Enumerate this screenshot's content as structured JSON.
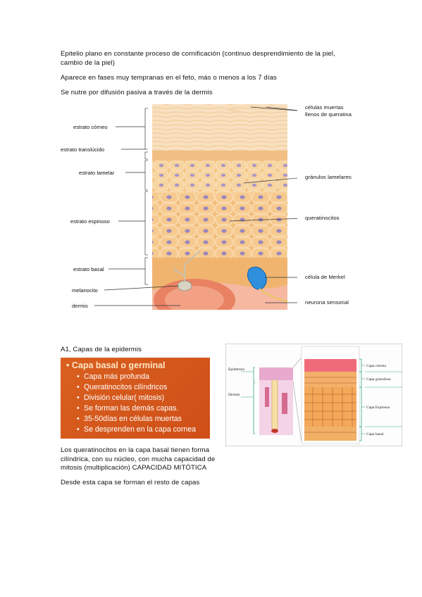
{
  "text": {
    "p1": "Epitelio plano en constante proceso de cornificación (continuo desprendimiento de la piel, cambio de la piel)",
    "p2": "Aparece en fases muy tempranas en el feto, más o menos a los 7 días",
    "p3": "Se nutre por difusión pasiva a través de la dermis",
    "heading_a1": "A1, Capas de la epidermis",
    "p4": "Los queratinocitos en la capa basal tienen forma cilíndrica, con su núcleo, con mucha capacidad de mitosis (multiplicación) CAPACIDAD MITÓTICA",
    "p5": "Desde esta capa se forman el resto de capas"
  },
  "figure1": {
    "left_labels": [
      "estrato córneo",
      "estrato translúcido",
      "estrato lamelar",
      "estrato espinoso",
      "estrato basal",
      "melanocito",
      "dermis"
    ],
    "right_labels": [
      "células muertas",
      "llenos de queratina",
      "gránulos lamelares",
      "queratinocitos",
      "célula de Merkel",
      "neurona sensorial"
    ]
  },
  "slide": {
    "title": "• Capa basal o germinal",
    "bullets": [
      "Capa más profunda",
      "Queratinocitos cilíndricos",
      "División celular( mitosis)",
      "Se forman las demás capas.",
      "35-50días en células muertas",
      "Se desprenden en la capa cornea"
    ]
  },
  "figure2": {
    "left_labels": [
      "Epidermis",
      "Dermis"
    ],
    "right_labels": [
      "Capa córnea",
      "Capa granulosa",
      "Capa Espinosa",
      "Capa basal"
    ]
  },
  "colors": {
    "slide_bg": "#d45a1c",
    "slide_title": "#fce6c4",
    "label_line": "#333333",
    "fig2_bracket": "#3aa58a"
  }
}
